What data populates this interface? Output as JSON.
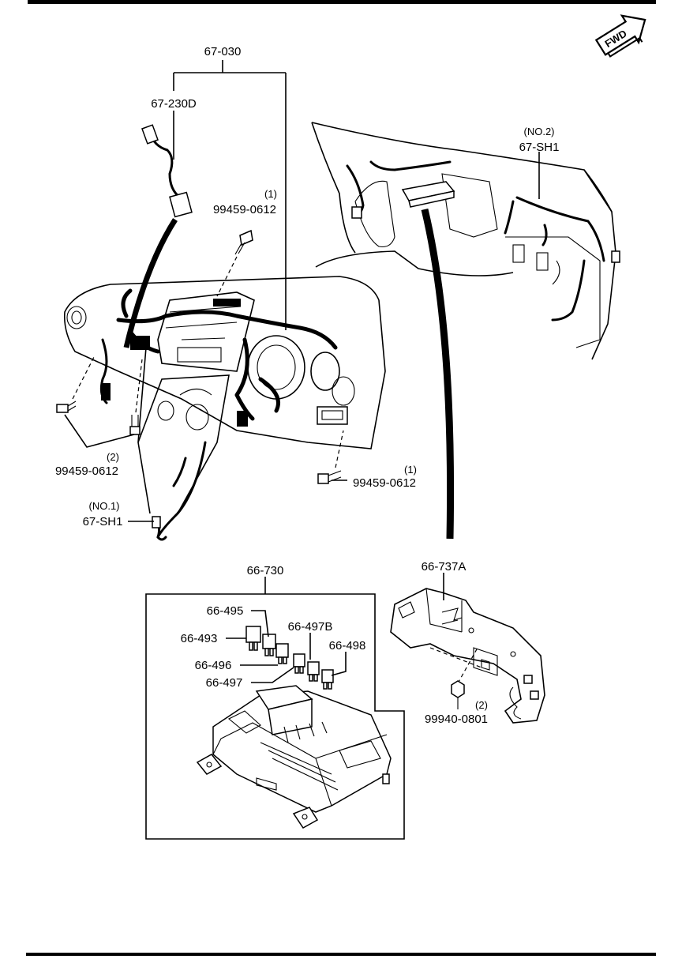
{
  "direction_badge": {
    "label": "FWD",
    "icon": "forward-arrow-icon"
  },
  "callouts": {
    "harness_main": "67-030",
    "harness_sub": "67-230D",
    "bolt_top_qty": "(1)",
    "bolt_top": "99459-0612",
    "bolt_left_qty": "(2)",
    "bolt_left": "99459-0612",
    "bolt_right_qty": "(1)",
    "bolt_right": "99459-0612",
    "shield_no1_qty": "(NO.1)",
    "shield_no1": "67-SH1",
    "shield_no2_qty": "(NO.2)",
    "shield_no2": "67-SH1",
    "fuse_block": "66-730",
    "fuse_495": "66-495",
    "fuse_493": "66-493",
    "fuse_497b": "66-497B",
    "fuse_496": "66-496",
    "fuse_498": "66-498",
    "fuse_497": "66-497",
    "bracket": "66-737A",
    "nut_qty": "(2)",
    "nut": "99940-0801"
  }
}
